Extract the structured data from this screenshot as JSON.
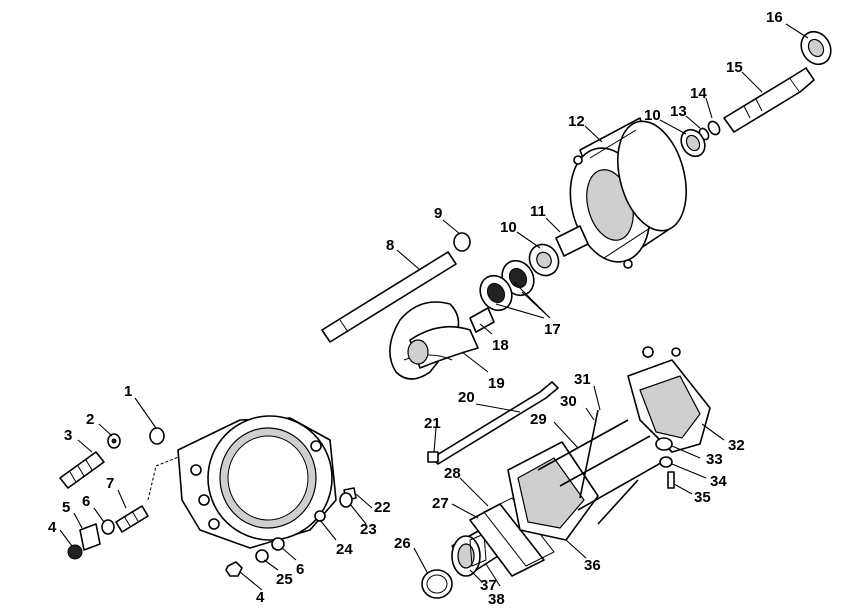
{
  "callouts": [
    {
      "id": "c1",
      "label": "1"
    },
    {
      "id": "c2",
      "label": "2"
    },
    {
      "id": "c3",
      "label": "3"
    },
    {
      "id": "c4a",
      "label": "4"
    },
    {
      "id": "c4b",
      "label": "4"
    },
    {
      "id": "c5",
      "label": "5"
    },
    {
      "id": "c6a",
      "label": "6"
    },
    {
      "id": "c6b",
      "label": "6"
    },
    {
      "id": "c7",
      "label": "7"
    },
    {
      "id": "c8",
      "label": "8"
    },
    {
      "id": "c9",
      "label": "9"
    },
    {
      "id": "c10a",
      "label": "10"
    },
    {
      "id": "c10b",
      "label": "10"
    },
    {
      "id": "c11",
      "label": "11"
    },
    {
      "id": "c12",
      "label": "12"
    },
    {
      "id": "c13",
      "label": "13"
    },
    {
      "id": "c14",
      "label": "14"
    },
    {
      "id": "c15",
      "label": "15"
    },
    {
      "id": "c16",
      "label": "16"
    },
    {
      "id": "c17",
      "label": "17"
    },
    {
      "id": "c18",
      "label": "18"
    },
    {
      "id": "c19",
      "label": "19"
    },
    {
      "id": "c20",
      "label": "20"
    },
    {
      "id": "c21",
      "label": "21"
    },
    {
      "id": "c22",
      "label": "22"
    },
    {
      "id": "c23",
      "label": "23"
    },
    {
      "id": "c24",
      "label": "24"
    },
    {
      "id": "c25",
      "label": "25"
    },
    {
      "id": "c26",
      "label": "26"
    },
    {
      "id": "c27",
      "label": "27"
    },
    {
      "id": "c28",
      "label": "28"
    },
    {
      "id": "c29",
      "label": "29"
    },
    {
      "id": "c30",
      "label": "30"
    },
    {
      "id": "c31",
      "label": "31"
    },
    {
      "id": "c32",
      "label": "32"
    },
    {
      "id": "c33",
      "label": "33"
    },
    {
      "id": "c34",
      "label": "34"
    },
    {
      "id": "c35",
      "label": "35"
    },
    {
      "id": "c36",
      "label": "36"
    },
    {
      "id": "c37",
      "label": "37"
    },
    {
      "id": "c38",
      "label": "38"
    }
  ]
}
